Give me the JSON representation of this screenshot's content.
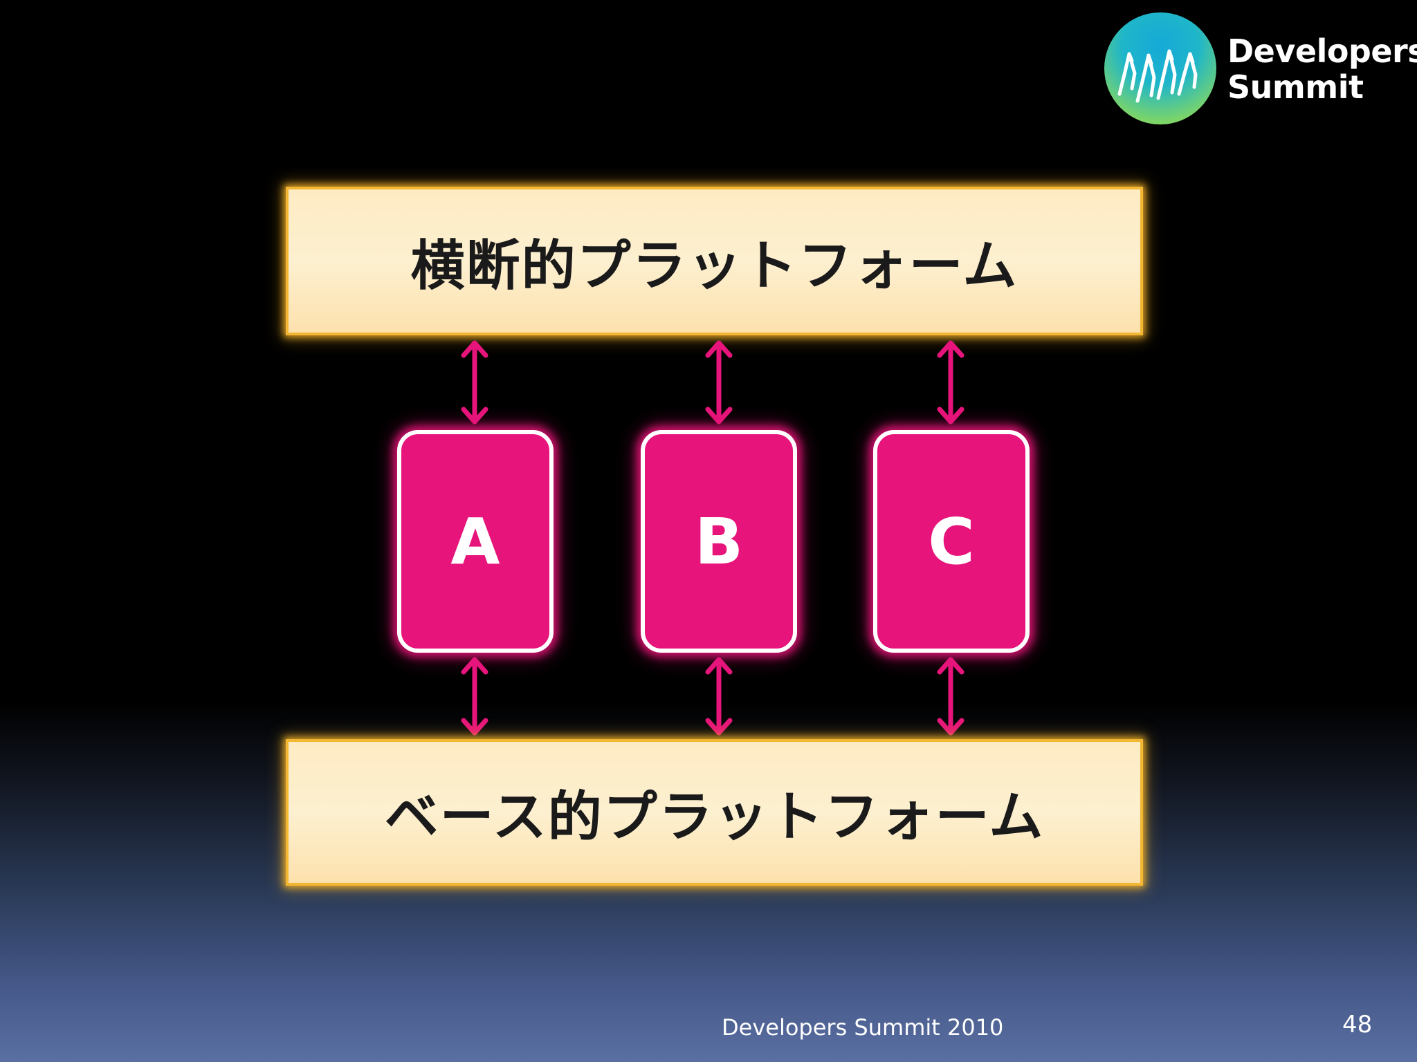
{
  "logo": {
    "line1": "Developers",
    "line2": "Summit"
  },
  "diagram": {
    "top_platform": "横断的プラットフォーム",
    "bottom_platform": "ベース的プラットフォーム",
    "components": [
      "A",
      "B",
      "C"
    ]
  },
  "footer": {
    "title": "Developers Summit 2010",
    "page_number": "48"
  },
  "colors": {
    "platform_fill": "#fdebc3",
    "platform_border": "#f3b733",
    "component_fill": "#e7157b",
    "component_border": "#ffffff",
    "arrow": "#e7157b"
  }
}
